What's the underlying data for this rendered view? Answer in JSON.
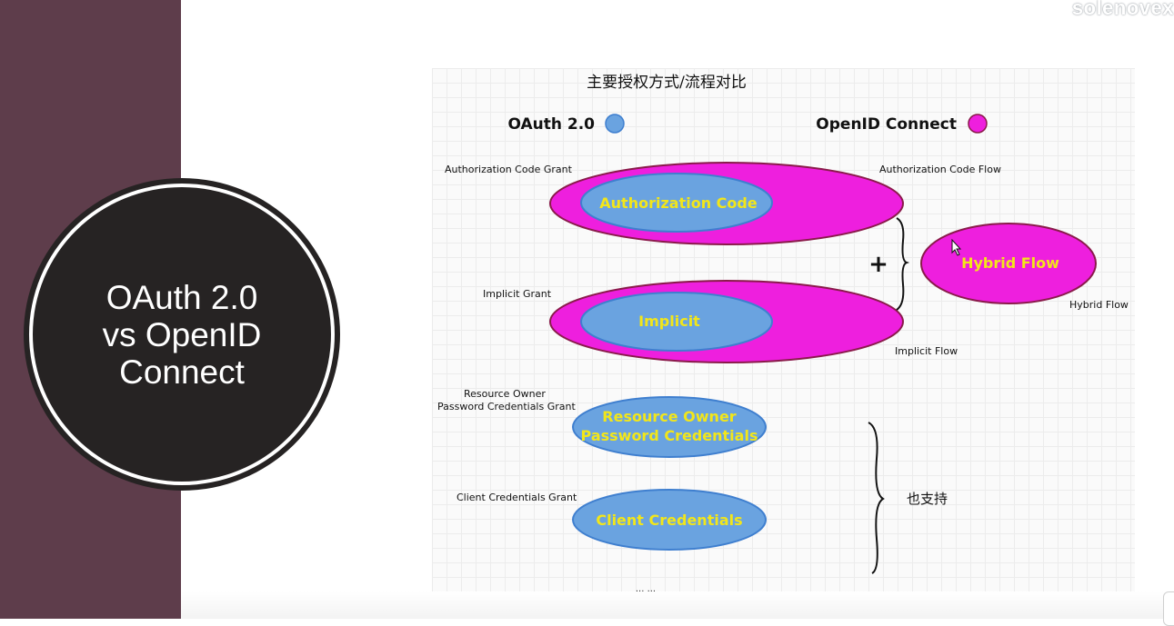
{
  "slide": {
    "title_lines": [
      "OAuth 2.0",
      "vs OpenID",
      "Connect"
    ],
    "watermark": "solenovex"
  },
  "diagram": {
    "title": "主要授权方式/流程对比",
    "legend": {
      "oauth": {
        "label": "OAuth 2.0",
        "color": "#6aa3e0"
      },
      "oidc": {
        "label": "OpenID Connect",
        "color": "#ee1fde"
      }
    },
    "labels": {
      "auth_code_grant": "Authorization Code Grant",
      "auth_code_flow": "Authorization Code Flow",
      "implicit_grant": "Implicit Grant",
      "implicit_flow": "Implicit Flow",
      "hybrid_flow": "Hybrid Flow",
      "ropc_grant_line1": "Resource Owner",
      "ropc_grant_line2": "Password Credentials Grant",
      "client_credentials_grant": "Client Credentials Grant",
      "also_supported": "也支持",
      "ellipsis": "... ..."
    },
    "nodes": {
      "authorization_code": "Authorization Code",
      "implicit": "Implicit",
      "hybrid_flow": "Hybrid Flow",
      "ropc_line1": "Resource Owner",
      "ropc_line2": "Password Credentials",
      "client_credentials": "Client Credentials"
    },
    "plus": "+",
    "colors": {
      "oauth_fill": "#6aa3e0",
      "oauth_stroke": "#3f7fcf",
      "oidc_fill": "#ee1fde",
      "oidc_stroke": "#8a1a4a",
      "node_text": "#f2e61a"
    }
  }
}
